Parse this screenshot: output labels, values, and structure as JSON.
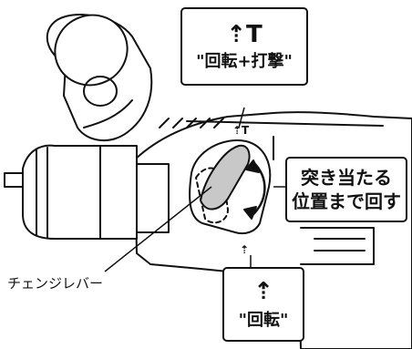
{
  "callouts": {
    "top": {
      "text": "\"回転+打撃\"",
      "icon": "hammer-drill-mode-icon"
    },
    "right": {
      "line1": "突き当たる",
      "line2": "位置まで回す"
    },
    "bottom": {
      "text": "\"回転\"",
      "icon": "drill-mode-icon"
    }
  },
  "labels": {
    "lever": "チェンジレバー"
  }
}
